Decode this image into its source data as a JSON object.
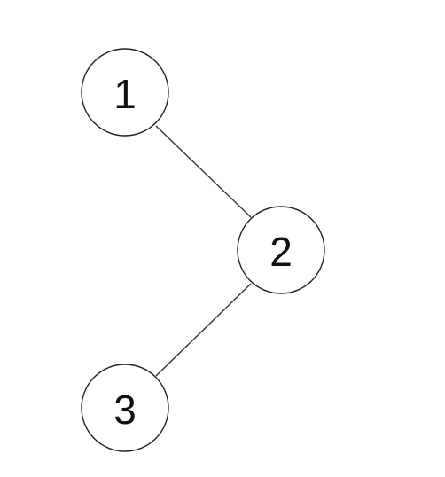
{
  "tree": {
    "nodes": [
      {
        "id": "1",
        "label": "1"
      },
      {
        "id": "2",
        "label": "2"
      },
      {
        "id": "3",
        "label": "3"
      }
    ],
    "edges": [
      {
        "from": "1",
        "to": "2"
      },
      {
        "from": "2",
        "to": "3"
      }
    ]
  }
}
